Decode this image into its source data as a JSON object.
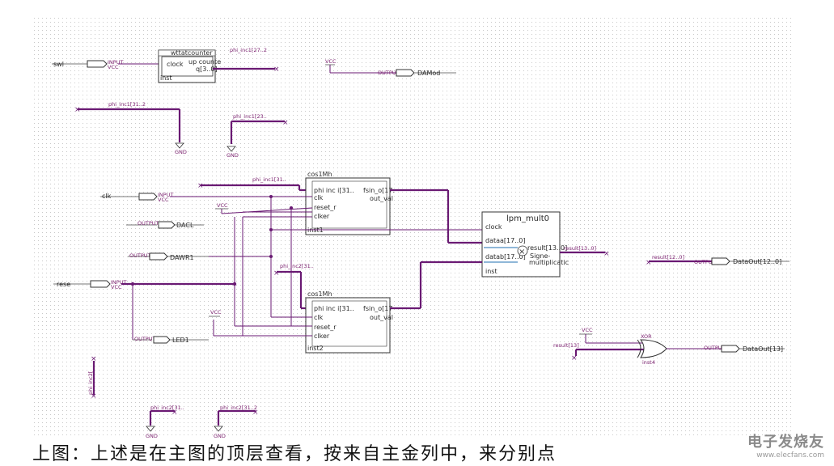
{
  "blocks": {
    "counter": {
      "title": "wttatcounter",
      "port_in": "clock",
      "label_up": "up counte",
      "port_out": "q[3..0]",
      "inst": "inst"
    },
    "cos1": {
      "title": "cos1Mh",
      "in0": "phi inc i[31..",
      "in1": "clk",
      "in2": "reset_r",
      "in3": "clker",
      "out0": "fsin_o[17.",
      "out1": "out_val",
      "inst": "inst1"
    },
    "cos2": {
      "title": "cos1Mh",
      "in0": "phi inc i[31..",
      "in1": "clk",
      "in2": "reset_r",
      "in3": "clker",
      "out0": "fsin_o[17",
      "out1": "out_val",
      "inst": "inst2"
    },
    "mult": {
      "title": "lpm_mult0",
      "clock": "clock",
      "dataa": "dataa[17..0]",
      "datab": "datab[17..0]",
      "result": "result[13..0]",
      "signed": "Signe-",
      "mult_label": "multiplicatic",
      "inst": "inst"
    },
    "xor": {
      "title": "XOR",
      "inst": "inst4"
    }
  },
  "io": {
    "sw": "swl",
    "clk": "clk",
    "rese": "rese",
    "input_tag": "INPUT",
    "vcc_tag": "VCC",
    "output_tag": "OUTPUT",
    "damod": "DAMod",
    "dacl": "DACL",
    "dawr": "DAWR1",
    "led": "LED1",
    "dataout12": "DataOut[12..0]",
    "dataout13": "DataOut[13]"
  },
  "nets": {
    "phi_inc1_27": "phi_inc1[27..2",
    "phi_inc1_31_2": "phi_inc1[31..2",
    "phi_inc1_23": "phi_inc1[23..",
    "phi_inc1_31": "phi_inc1[31..",
    "phi_inc2_31": "phi_inc2[31..",
    "phi_inc2_vert": "phi_inc2[",
    "phi_inc2_31b": "phi_inc2[31..",
    "phi_inc2_31c": "phi_inc2[31..2",
    "result13_0": "result[13..0]",
    "result12_0": "result[12..0]",
    "result13": "result[13]",
    "gnd": "GND",
    "vcc": "VCC"
  },
  "caption": "上图：上述是在主图的顶层查看，按来自主金列中，来分别点",
  "watermark": {
    "name": "电子发烧友",
    "url": "www.elecfans.com"
  }
}
